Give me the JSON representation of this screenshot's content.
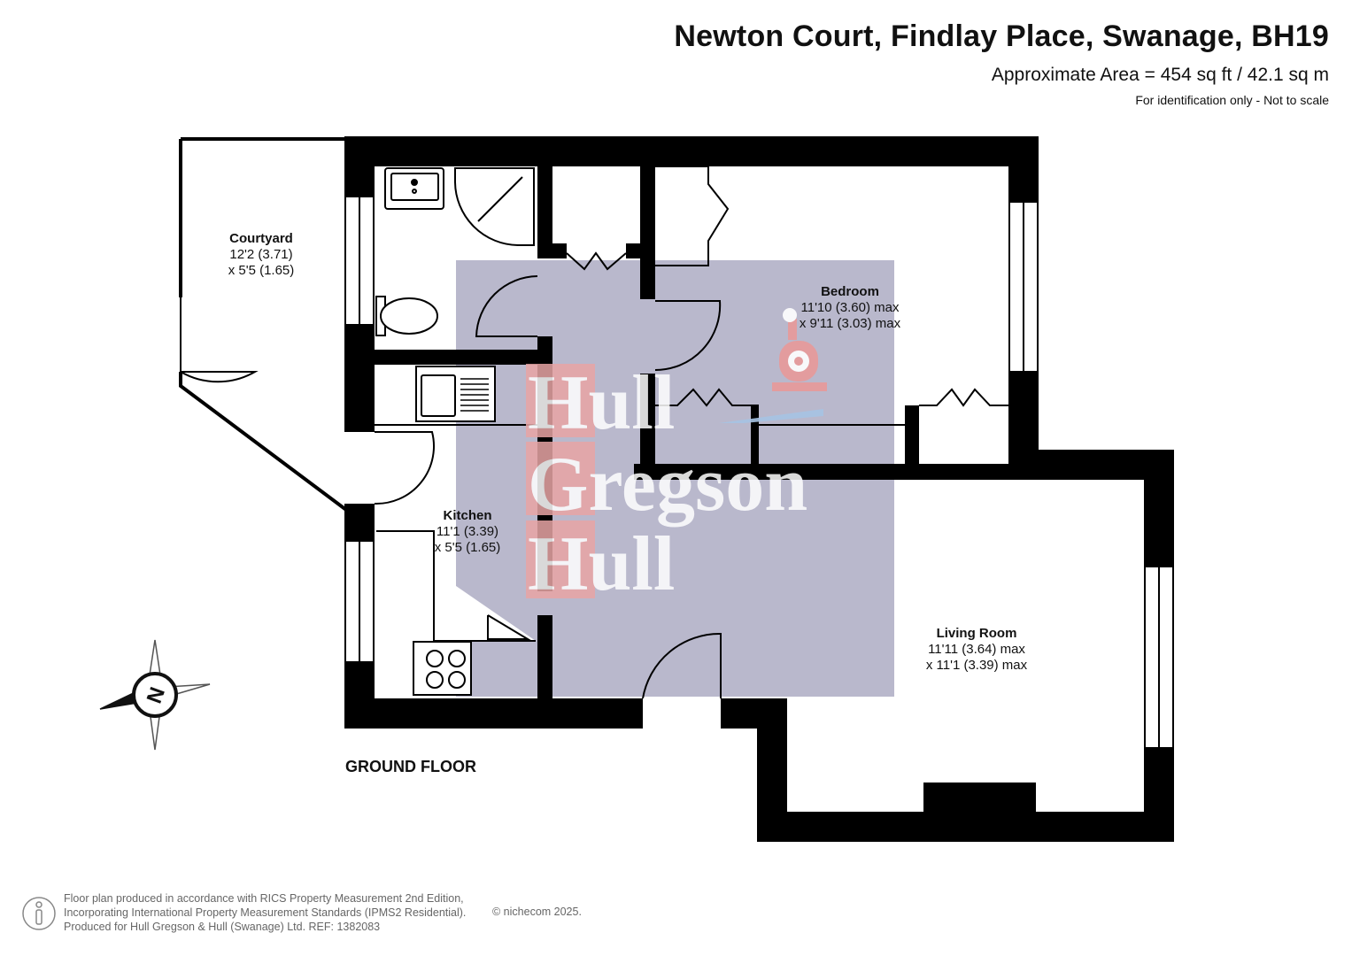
{
  "header": {
    "title": "Newton Court, Findlay Place, Swanage, BH19",
    "area": "Approximate Area = 454 sq ft / 42.1 sq m",
    "note": "For identification only - Not to scale"
  },
  "rooms": {
    "courtyard": {
      "name": "Courtyard",
      "dim1": "12'2 (3.71)",
      "dim2": "x 5'5 (1.65)"
    },
    "bedroom": {
      "name": "Bedroom",
      "dim1": "11'10 (3.60) max",
      "dim2": "x 9'11 (3.03) max"
    },
    "kitchen": {
      "name": "Kitchen",
      "dim1": "11'1 (3.39)",
      "dim2": "x 5'5 (1.65)"
    },
    "living": {
      "name": "Living Room",
      "dim1": "11'11 (3.64) max",
      "dim2": "x 11'1 (3.39) max"
    }
  },
  "floor_label": "GROUND FLOOR",
  "compass": {
    "label": "N",
    "icon": "compass-rose-icon"
  },
  "watermark": {
    "line1": "Hull",
    "line2": "Gregson",
    "line3": "Hull",
    "overlay_color": "#b9b8cc",
    "letter_color": "#e8a5a5"
  },
  "colors": {
    "wall": "#000000",
    "footer_text": "#666666"
  },
  "footer": {
    "line1": "Floor plan produced in accordance with RICS Property Measurement 2nd Edition,",
    "line2": "Incorporating International Property Measurement Standards (IPMS2 Residential).",
    "line3": "Produced for Hull Gregson & Hull (Swanage) Ltd.   REF:  1382083",
    "copyright": "© nichecom 2025."
  }
}
